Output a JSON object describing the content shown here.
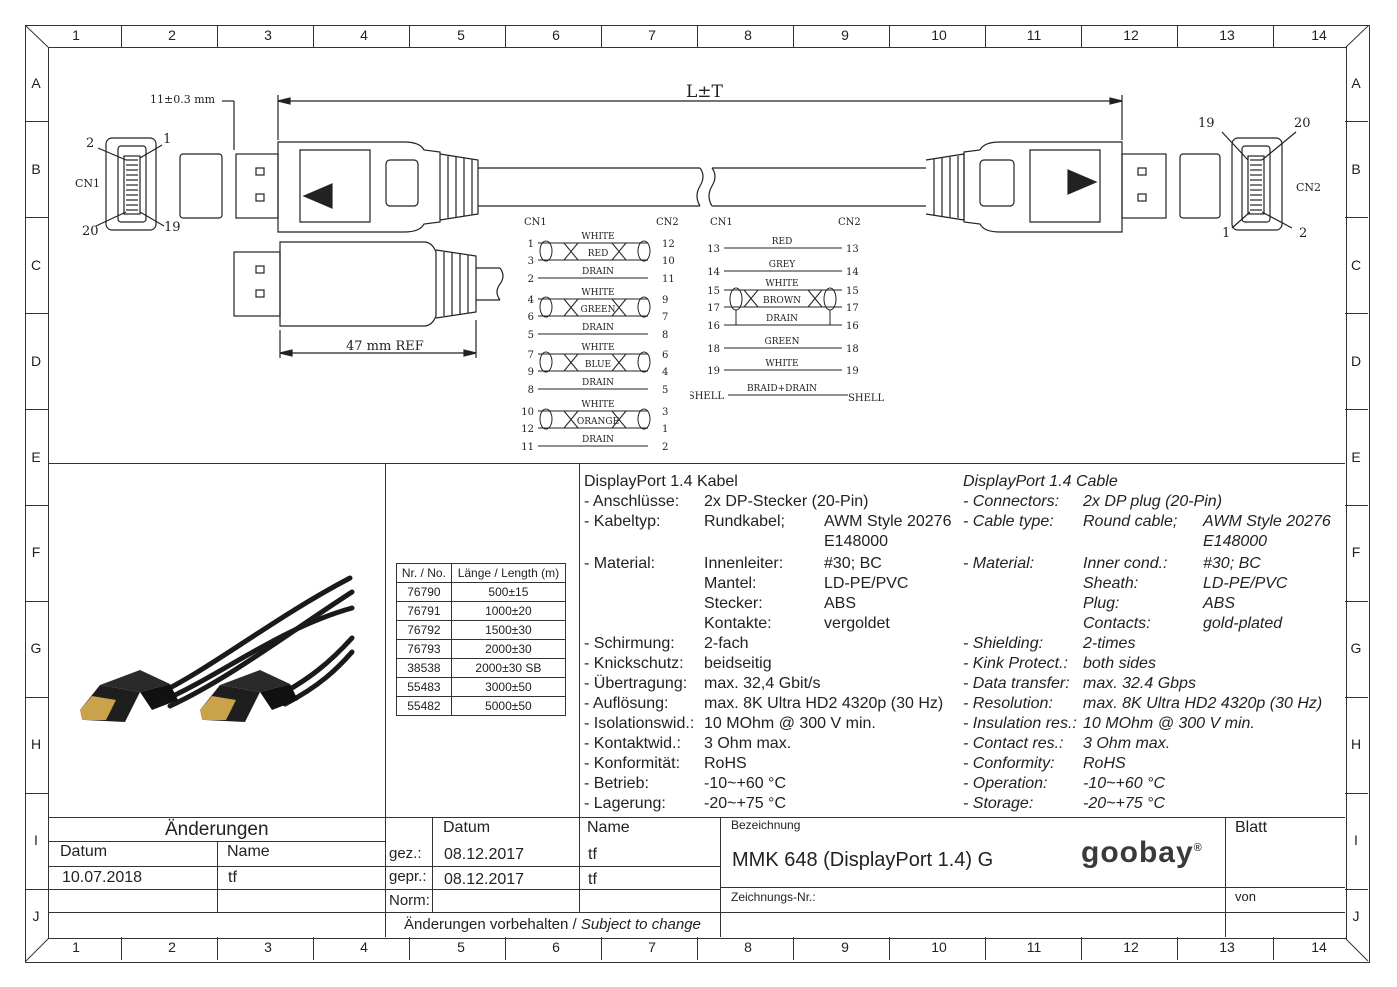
{
  "frame": {
    "col_numbers": [
      "1",
      "2",
      "3",
      "4",
      "5",
      "6",
      "7",
      "8",
      "9",
      "10",
      "11",
      "12",
      "13",
      "14"
    ],
    "row_letters": [
      "A",
      "B",
      "C",
      "D",
      "E",
      "F",
      "G",
      "H",
      "I",
      "J"
    ]
  },
  "drawing": {
    "dim_length": "L±T",
    "dim_tab": "11±0.3 mm",
    "dim_ref": "47 mm REF",
    "cn1": "CN1",
    "cn2": "CN2",
    "pin_labels_left": {
      "p2": "2",
      "p1": "1",
      "p20": "20",
      "p19": "19"
    },
    "pin_labels_right": {
      "p19": "19",
      "p20": "20",
      "p1": "1",
      "p2": "2"
    }
  },
  "wiring_left": {
    "header_cn1": "CN1",
    "header_cn2": "CN2",
    "groups": [
      {
        "a": "1",
        "b": "3",
        "c": "2",
        "wire1": "WHITE",
        "wire2": "RED",
        "drain": "DRAIN",
        "x": "12",
        "y": "10",
        "z": "11"
      },
      {
        "a": "4",
        "b": "6",
        "c": "5",
        "wire1": "WHITE",
        "wire2": "GREEN",
        "drain": "DRAIN",
        "x": "9",
        "y": "7",
        "z": "8"
      },
      {
        "a": "7",
        "b": "9",
        "c": "8",
        "wire1": "WHITE",
        "wire2": "BLUE",
        "drain": "DRAIN",
        "x": "6",
        "y": "4",
        "z": "5"
      },
      {
        "a": "10",
        "b": "12",
        "c": "11",
        "wire1": "WHITE",
        "wire2": "ORANGE",
        "drain": "DRAIN",
        "x": "3",
        "y": "1",
        "z": "2"
      }
    ]
  },
  "wiring_right": {
    "header_cn1": "CN1",
    "header_cn2": "CN2",
    "rows": [
      {
        "l": "13",
        "label": "RED",
        "r": "13"
      },
      {
        "l": "14",
        "label": "GREY",
        "r": "14"
      },
      {
        "l": "15",
        "label": "WHITE",
        "r": "15"
      },
      {
        "l": "17",
        "label": "BROWN",
        "r": "17"
      },
      {
        "l": "16",
        "label": "DRAIN",
        "r": "16"
      },
      {
        "l": "18",
        "label": "GREEN",
        "r": "18"
      },
      {
        "l": "19",
        "label": "WHITE",
        "r": "19"
      },
      {
        "l": "SHELL",
        "label": "BRAID+DRAIN",
        "r": "SHELL"
      }
    ]
  },
  "length_table": {
    "headers": [
      "Nr. / No.",
      "Länge / Length (m)"
    ],
    "rows": [
      [
        "76790",
        "500±15"
      ],
      [
        "76791",
        "1000±20"
      ],
      [
        "76792",
        "1500±30"
      ],
      [
        "76793",
        "2000±30"
      ],
      [
        "38538",
        "2000±30  SB"
      ],
      [
        "55483",
        "3000±50"
      ],
      [
        "55482",
        "5000±50"
      ]
    ]
  },
  "spec_de": {
    "title": "DisplayPort 1.4 Kabel",
    "rows": [
      [
        "- Anschlüsse:",
        "2x DP-Stecker (20-Pin)",
        ""
      ],
      [
        "- Kabeltyp:",
        "Rundkabel;",
        "AWM Style 20276"
      ],
      [
        "",
        "",
        "E148000"
      ],
      [
        "- Material:",
        "Innenleiter:",
        "#30; BC"
      ],
      [
        "",
        "Mantel:",
        "LD-PE/PVC"
      ],
      [
        "",
        "Stecker:",
        "ABS"
      ],
      [
        "",
        "Kontakte:",
        "vergoldet"
      ],
      [
        "- Schirmung:",
        "2-fach",
        ""
      ],
      [
        "- Knickschutz:",
        "beidseitig",
        ""
      ],
      [
        "- Übertragung:",
        "max. 32,4 Gbit/s",
        ""
      ],
      [
        "- Auflösung:",
        "max. 8K Ultra HD2 4320p (30 Hz)",
        ""
      ],
      [
        "- Isolationswid.:",
        "10 MOhm @ 300 V min.",
        ""
      ],
      [
        "- Kontaktwid.:",
        "3 Ohm max.",
        ""
      ],
      [
        "- Konformität:",
        "RoHS",
        ""
      ],
      [
        "- Betrieb:",
        "-10~+60 °C",
        ""
      ],
      [
        "- Lagerung:",
        "-20~+75 °C",
        ""
      ]
    ]
  },
  "spec_en": {
    "title": "DisplayPort 1.4 Cable",
    "rows": [
      [
        "- Connectors:",
        "2x DP plug (20-Pin)",
        ""
      ],
      [
        "- Cable type:",
        "Round cable;",
        "AWM Style 20276"
      ],
      [
        "",
        "",
        "E148000"
      ],
      [
        "- Material:",
        "Inner cond.:",
        "#30; BC"
      ],
      [
        "",
        "Sheath:",
        "LD-PE/PVC"
      ],
      [
        "",
        "Plug:",
        "ABS"
      ],
      [
        "",
        "Contacts:",
        "gold-plated"
      ],
      [
        "- Shielding:",
        "2-times",
        ""
      ],
      [
        "- Kink Protect.:",
        "both sides",
        ""
      ],
      [
        "- Data transfer:",
        "max. 32.4 Gbps",
        ""
      ],
      [
        "- Resolution:",
        "max. 8K Ultra HD2 4320p (30 Hz)",
        ""
      ],
      [
        "- Insulation res.:",
        "10 MOhm @ 300 V min.",
        ""
      ],
      [
        "- Contact res.:",
        "3 Ohm max.",
        ""
      ],
      [
        "- Conformity:",
        "RoHS",
        ""
      ],
      [
        "- Operation:",
        "-10~+60 °C",
        ""
      ],
      [
        "- Storage:",
        "-20~+75 °C",
        ""
      ]
    ]
  },
  "title_block": {
    "changes": "Änderungen",
    "datum": "Datum",
    "name": "Name",
    "change_date": "10.07.2018",
    "change_name": "tf",
    "gez": "gez.:",
    "gepr": "gepr.:",
    "norm": "Norm:",
    "gez_date": "08.12.2017",
    "gez_name": "tf",
    "gepr_date": "08.12.2017",
    "gepr_name": "tf",
    "subject_de": "Änderungen vorbehalten / ",
    "subject_en": "Subject to change",
    "bezeichnung": "Bezeichnung",
    "product": "MMK 648 (DisplayPort 1.4) G",
    "zeichnungs_nr": "Zeichnungs-Nr.:",
    "blatt": "Blatt",
    "von": "von",
    "logo": "goobay",
    "logo_reg": "®"
  }
}
